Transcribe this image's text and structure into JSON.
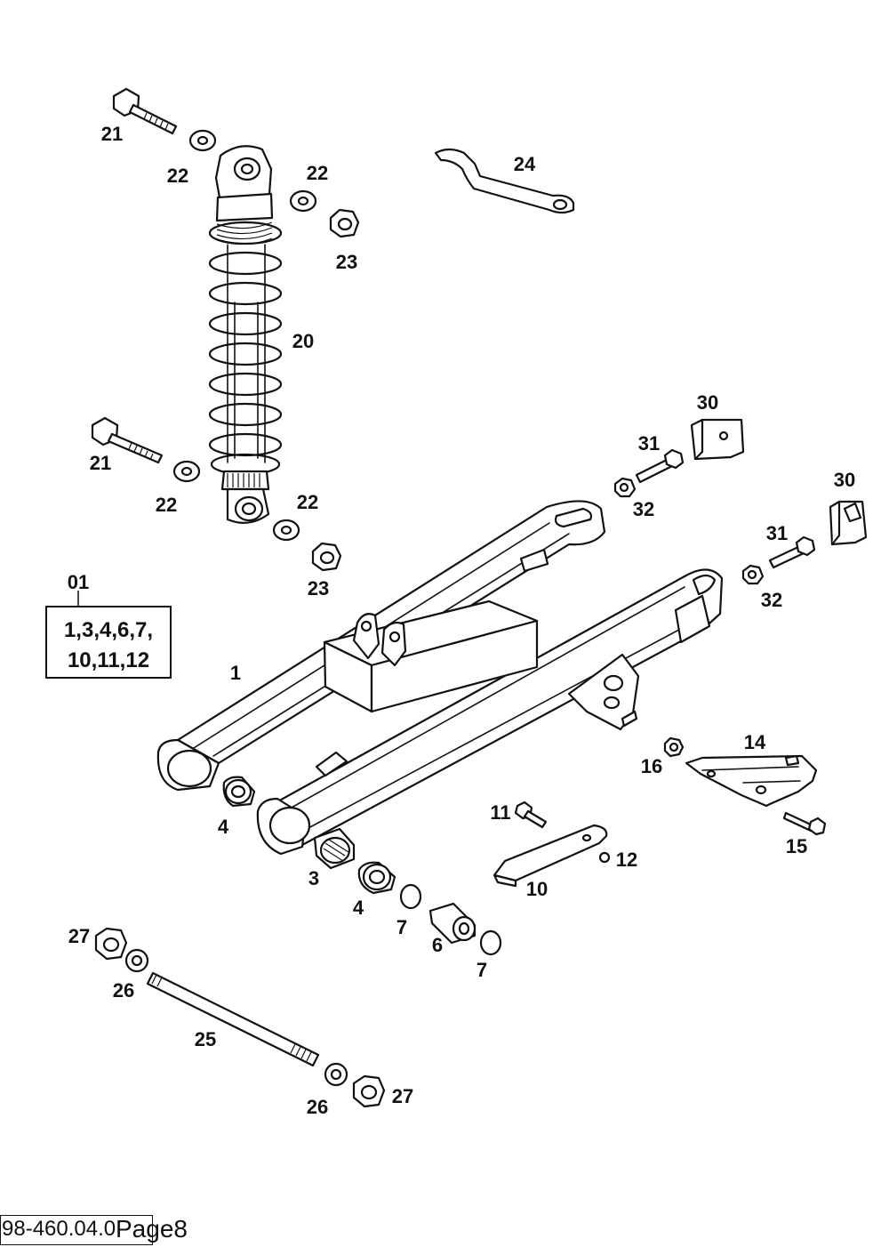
{
  "labels": {
    "p1": "1",
    "p3": "3",
    "p4a": "4",
    "p4b": "4",
    "p6": "6",
    "p7a": "7",
    "p7b": "7",
    "p10": "10",
    "p11": "11",
    "p12": "12",
    "p14": "14",
    "p15": "15",
    "p16": "16",
    "p20": "20",
    "p21a": "21",
    "p21b": "21",
    "p22a": "22",
    "p22b": "22",
    "p22c": "22",
    "p22d": "22",
    "p23a": "23",
    "p23b": "23",
    "p24": "24",
    "p25": "25",
    "p26a": "26",
    "p26b": "26",
    "p27a": "27",
    "p27b": "27",
    "p30a": "30",
    "p30b": "30",
    "p31a": "31",
    "p31b": "31",
    "p32a": "32",
    "p32b": "32"
  },
  "kit": {
    "number": "01",
    "line1": "1,3,4,6,7,",
    "line2": "10,11,12"
  },
  "footer": {
    "code": "98-460.04.0",
    "page": "Page8"
  }
}
